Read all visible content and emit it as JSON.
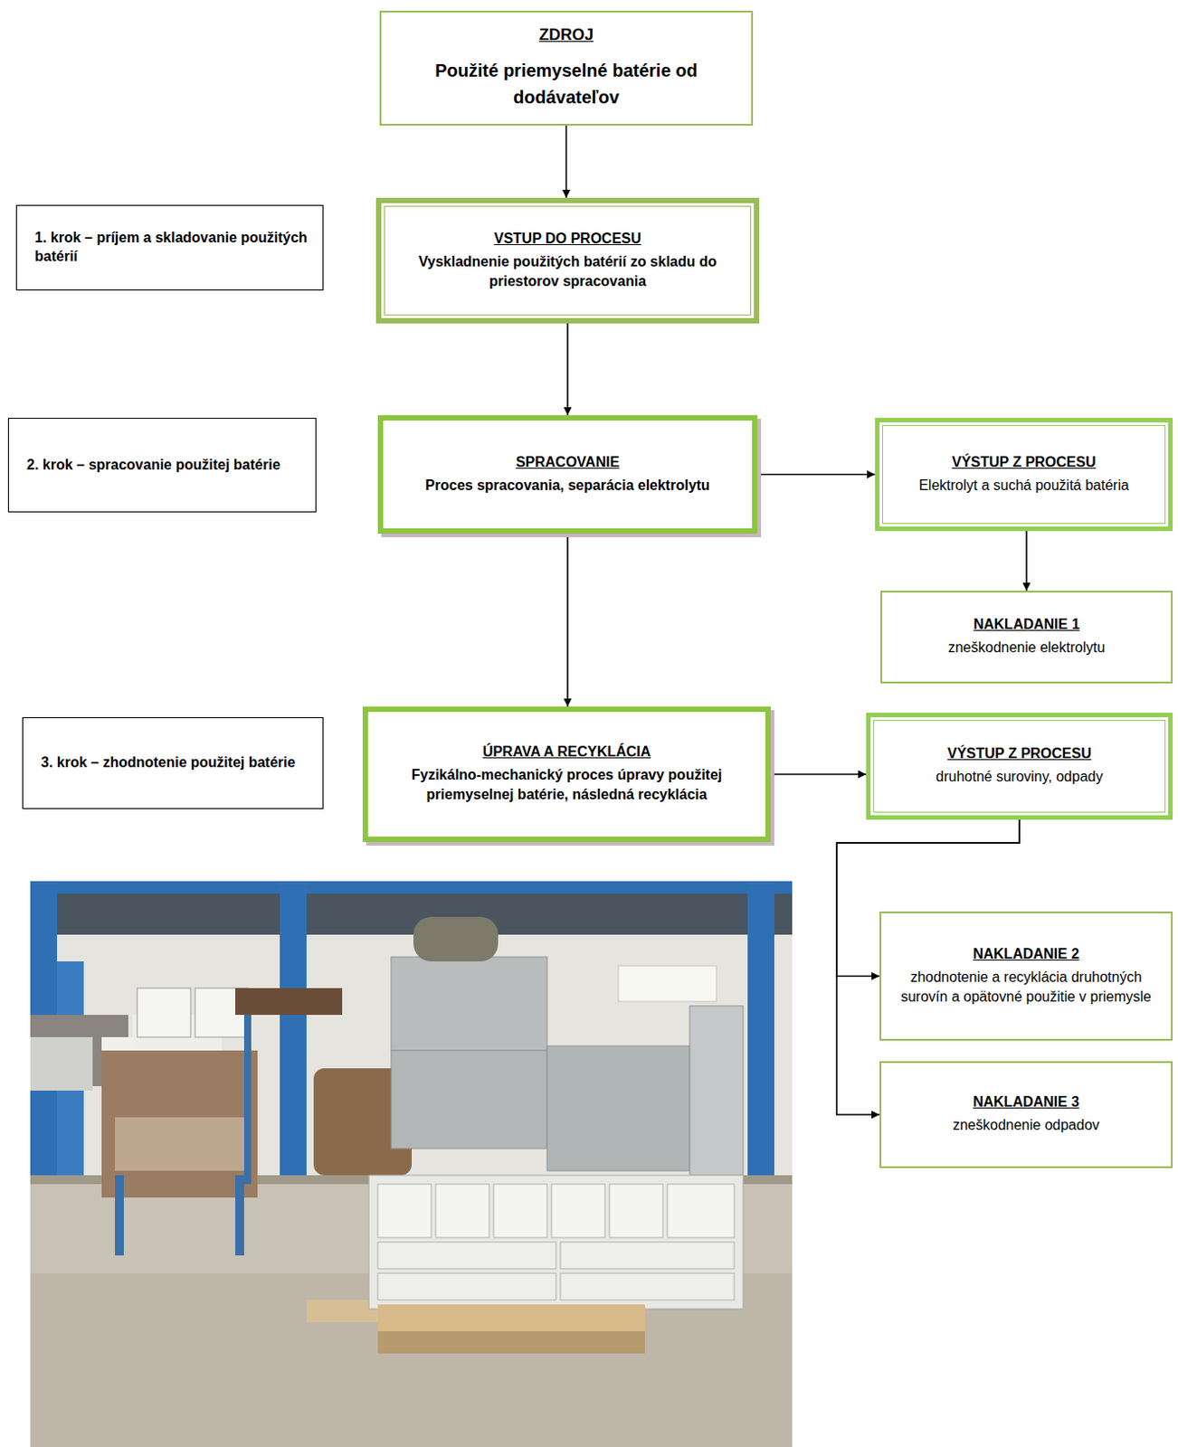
{
  "diagram": {
    "nodes": [
      {
        "text": [
          "ZDROJ",
          "Použité priemyselné batérie od dodávateľov"
        ]
      },
      {
        "text": [
          "1. krok – príjem a skladovanie použitých batérií"
        ]
      },
      {
        "text": [
          "VSTUP DO PROCESU",
          "Vyskladnenie použitých batérií zo skladu do priestorov spracovania"
        ]
      },
      {
        "text": [
          "2. krok – spracovanie použitej batérie"
        ]
      },
      {
        "text": [
          "SPRACOVANIE",
          "Proces spracovania, separácia elektrolytu"
        ]
      },
      {
        "text": [
          "VÝSTUP Z PROCESU",
          "Elektrolyt a suchá použitá batéria"
        ]
      },
      {
        "text": [
          "NAKLADANIE 1",
          "zneškodnenie elektrolytu"
        ]
      },
      {
        "text": [
          "3. krok – zhodnotenie použitej batérie"
        ]
      },
      {
        "text": [
          "ÚPRAVA A RECYKLÁCIA",
          "Fyzikálno-mechanický proces úpravy použitej priemyselnej batérie, následná recyklácia"
        ]
      },
      {
        "text": [
          "VÝSTUP Z PROCESU",
          "druhotné suroviny, odpady"
        ]
      },
      {
        "text": [
          "NAKLADANIE 2",
          "zhodnotenie a recyklácia druhotných surovín a opätovné použitie v priemysle"
        ]
      },
      {
        "text": [
          "NAKLADANIE 3",
          "zneškodnenie odpadov"
        ]
      }
    ],
    "edges": [
      {
        "from": 0,
        "to": 2,
        "arrow": "to"
      },
      {
        "from": 2,
        "to": 4,
        "arrow": "to"
      },
      {
        "from": 4,
        "to": 5,
        "arrow": "to"
      },
      {
        "from": 5,
        "to": 6,
        "arrow": "to"
      },
      {
        "from": 4,
        "to": 8,
        "arrow": "to"
      },
      {
        "from": 8,
        "to": 9,
        "arrow": "to"
      },
      {
        "from": 9,
        "to": 10,
        "arrow": "to"
      },
      {
        "from": 9,
        "to": 11,
        "arrow": "to"
      }
    ]
  }
}
